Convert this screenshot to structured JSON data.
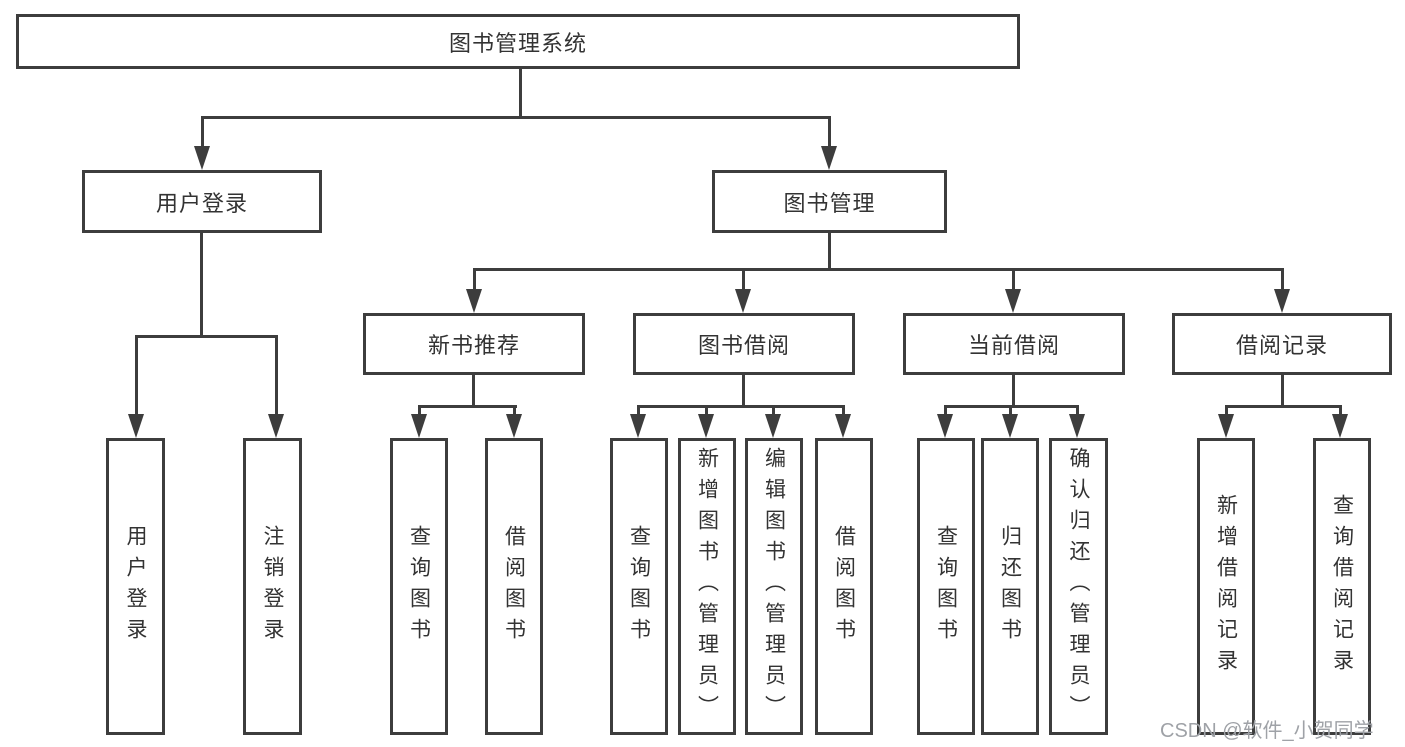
{
  "tree": {
    "label": "图书管理系统",
    "children": [
      {
        "label": "用户登录",
        "children": [
          {
            "label": "用户登录"
          },
          {
            "label": "注销登录"
          }
        ]
      },
      {
        "label": "图书管理",
        "children": [
          {
            "label": "新书推荐",
            "children": [
              {
                "label": "查询图书"
              },
              {
                "label": "借阅图书"
              }
            ]
          },
          {
            "label": "图书借阅",
            "children": [
              {
                "label": "查询图书"
              },
              {
                "label": "新增图书（管理员）"
              },
              {
                "label": "编辑图书（管理员）"
              },
              {
                "label": "借阅图书"
              }
            ]
          },
          {
            "label": "当前借阅",
            "children": [
              {
                "label": "查询图书"
              },
              {
                "label": "归还图书"
              },
              {
                "label": "确认归还（管理员）"
              }
            ]
          },
          {
            "label": "借阅记录",
            "children": [
              {
                "label": "新增借阅记录"
              },
              {
                "label": "查询借阅记录"
              }
            ]
          }
        ]
      }
    ]
  },
  "watermark": {
    "text": "CSDN @软件_小贺同学"
  },
  "colors": {
    "line": "#3d3d3d",
    "text": "#333333",
    "watermark": "#9fa2a7",
    "background": "#ffffff"
  }
}
